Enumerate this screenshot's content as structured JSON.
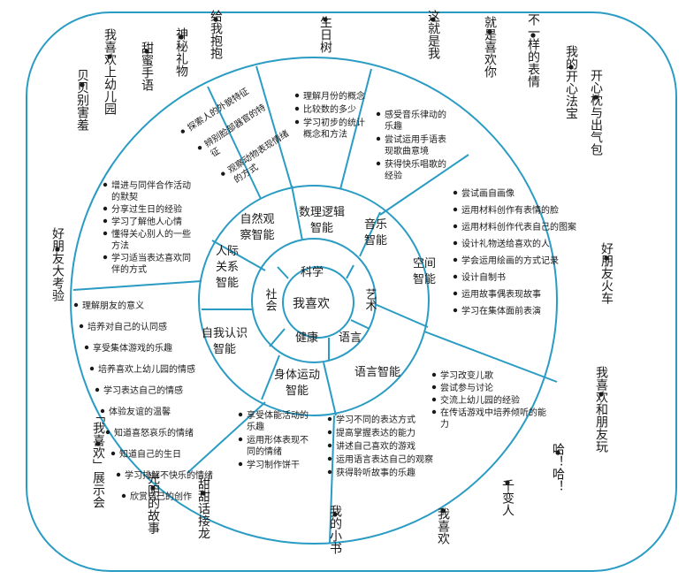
{
  "center": "我喜欢",
  "core_areas": [
    "科学",
    "艺术",
    "语言",
    "健康",
    "社会"
  ],
  "intelligences": {
    "naturalist": "自然观察智能",
    "logical": "数理逻辑智能",
    "music": "音乐智能",
    "spatial": "空间智能",
    "linguistic": "语言智能",
    "bodily": "身体运动智能",
    "intrapersonal": "自我认识智能",
    "interpersonal": "人际关系智能"
  },
  "goals": {
    "naturalist": [
      "探索人的外貌特征",
      "辨别脸部器官的特征",
      "观察动物表现情绪的方式"
    ],
    "logical": [
      "理解月份的概念",
      "比较数的多少",
      "学习初步的统计概念和方法"
    ],
    "music": [
      "感受音乐律动的乐趣",
      "尝试运用手语表现歌曲意境",
      "获得快乐唱歌的经验"
    ],
    "spatial": [
      "尝试画自画像",
      "运用材料创作有表情的脸",
      "运用材料创作代表自己的图案",
      "设计礼物送给喜欢的人",
      "学会运用绘画的方式记录",
      "设计自制书",
      "运用故事偶表现故事",
      "学习在集体面前表演"
    ],
    "linguistic": [
      "学习改变儿歌",
      "尝试参与讨论",
      "交流上幼儿园的经验",
      "在传话游戏中培养倾听的能力",
      "学习不同的表达方式",
      "提高掌握表达的能力",
      "讲述自己喜欢的游戏",
      "运用语言表达自己的观察",
      "获得聆听故事的乐趣"
    ],
    "bodily": [
      "享受体能活动的乐趣",
      "运用形体表现不同的情绪",
      "学习制作饼干"
    ],
    "intrapersonal": [
      "理解朋友的意义",
      "培养对自己的认同感",
      "享受集体游戏的乐趣",
      "培养喜欢上幼儿园的情感",
      "学习表达自己的情感",
      "体验友谊的温馨",
      "知道喜怒哀乐的情绪",
      "知道自己的生日",
      "学习排解不快乐的情绪",
      "欣赏自己的创作"
    ],
    "interpersonal": [
      "增进与同伴合作活动的默契",
      "分享过生日的经验",
      "学习了解他人心情",
      "懂得关心别人的一些方法",
      "学习适当表达喜欢同伴的方式"
    ]
  },
  "activities": [
    "给我抱抱",
    "生日树",
    "这就是我",
    "就是喜欢你",
    "不一样的表情",
    "我的开心法宝",
    "开心枕与出气包",
    "好朋友火车",
    "我喜欢和朋友玩",
    "哈！哈！",
    "千变人",
    "我喜欢",
    "我的小书",
    "甜甜话接龙",
    "光阴的故事",
    "「我喜欢」展示会",
    "好朋友大考验",
    "贝贝别害羞",
    "我喜欢上幼儿园",
    "甜蜜手语",
    "神秘礼物"
  ]
}
